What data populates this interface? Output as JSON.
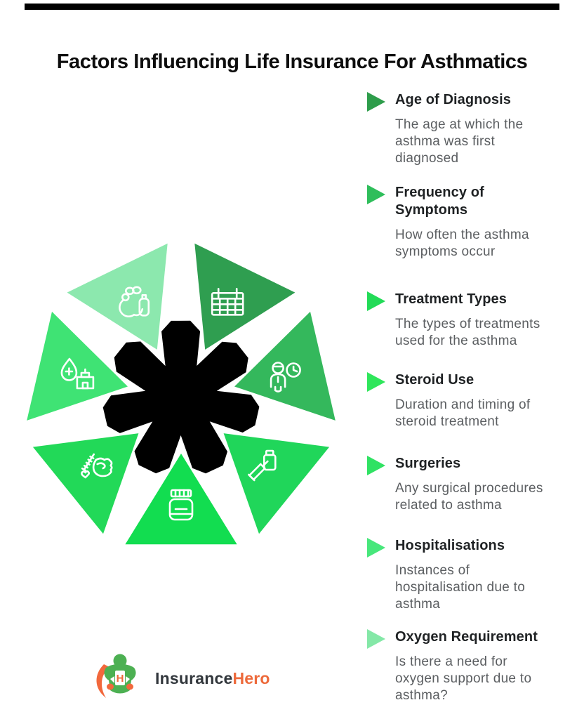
{
  "page": {
    "background": "#ffffff",
    "top_bar_color": "#000000"
  },
  "title": "Factors Influencing Life Insurance For Asthmatics",
  "factors": [
    {
      "heading": "Age of Diagnosis",
      "description": [
        "The age at which the",
        "asthma was first",
        "diagnosed"
      ],
      "arrow_color": "#2e9d4b"
    },
    {
      "heading": [
        "Frequency of",
        "Symptoms"
      ],
      "description": [
        "How often the asthma",
        "symptoms occur"
      ],
      "arrow_color": "#2fbe5b"
    },
    {
      "heading": "Treatment Types",
      "description": [
        "The types of treatments",
        "used for the asthma"
      ],
      "arrow_color": "#22db57"
    },
    {
      "heading": "Steroid Use",
      "description": [
        "Duration and timing of",
        "steroid treatment"
      ],
      "arrow_color": "#2fe65b"
    },
    {
      "heading": "Surgeries",
      "description": [
        "Any surgical procedures",
        "related to asthma"
      ],
      "arrow_color": "#30e263"
    },
    {
      "heading": "Hospitalisations",
      "description": [
        "Instances of",
        "hospitalisation due to",
        "asthma"
      ],
      "arrow_color": "#47e77b"
    },
    {
      "heading": "Oxygen Requirement",
      "description": [
        "Is there a need for",
        "oxygen support due to",
        "asthma?"
      ],
      "arrow_color": "#84e8a7"
    }
  ],
  "wheel": {
    "center_color": "#000000",
    "icon_stroke": "#ffffff",
    "wedges": [
      {
        "icon": "calendar-icon",
        "label": "Age of Diagnosis",
        "color": "#2f9e50",
        "angle": -64
      },
      {
        "icon": "person-clock-icon",
        "label": "Frequency of Symptoms",
        "color": "#34b85c",
        "angle": -13
      },
      {
        "icon": "syringe-vial-icon",
        "label": "Treatment Types",
        "color": "#20d65a",
        "angle": 39
      },
      {
        "icon": "pill-jar-icon",
        "label": "Steroid Use",
        "color": "#12dd50",
        "angle": 90
      },
      {
        "icon": "fist-syringe-icon",
        "label": "Surgeries",
        "color": "#22d958",
        "angle": 141
      },
      {
        "icon": "drop-hospital-icon",
        "label": "Hospitalisations",
        "color": "#3fe374",
        "angle": 193
      },
      {
        "icon": "oxygen-tank-icon",
        "label": "Oxygen Requirement",
        "color": "#8ce8ae",
        "angle": 244
      }
    ]
  },
  "logo": {
    "brand_first": "Insurance",
    "brand_second": "Hero",
    "first_color": "#32373c",
    "second_color": "#ed6a3b",
    "mascot_body_color": "#4cb052",
    "mascot_cape_color": "#f2683c"
  }
}
